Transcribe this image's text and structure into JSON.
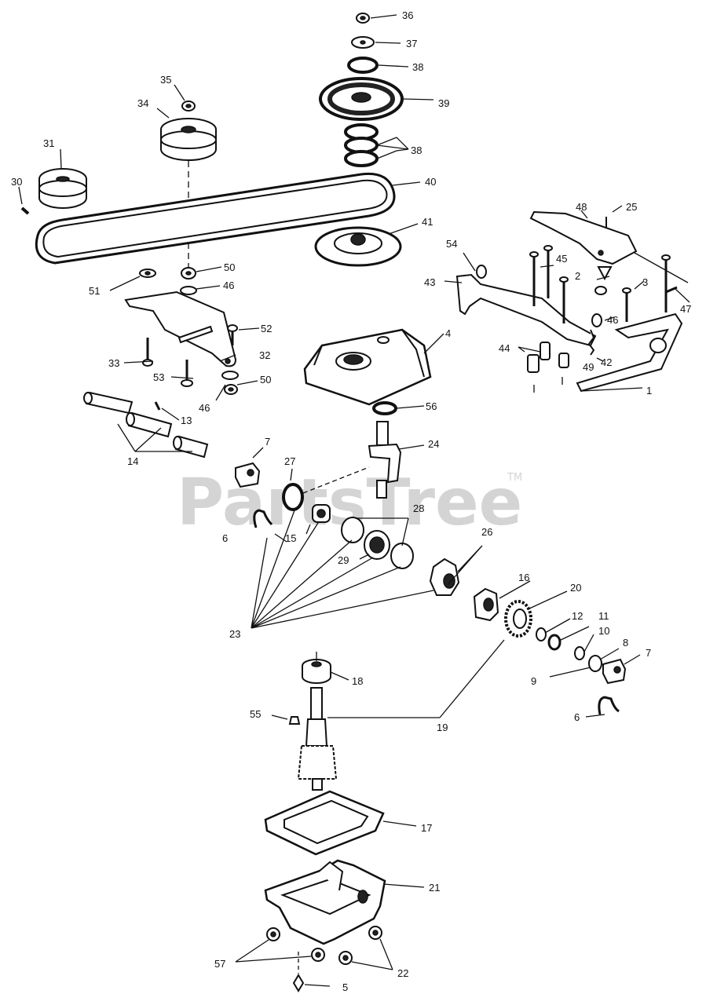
{
  "watermark": {
    "text": "PartsTree",
    "tm": "TM"
  },
  "parts": {
    "p1": "1",
    "p2": "2",
    "p3": "3",
    "p4": "4",
    "p5": "5",
    "p6a": "6",
    "p6b": "6",
    "p7a": "7",
    "p7b": "7",
    "p8": "8",
    "p9": "9",
    "p10": "10",
    "p11": "11",
    "p12": "12",
    "p13": "13",
    "p14": "14",
    "p15": "15",
    "p16": "16",
    "p17": "17",
    "p18": "18",
    "p19": "19",
    "p20": "20",
    "p21": "21",
    "p22": "22",
    "p23": "23",
    "p24": "24",
    "p25": "25",
    "p26": "26",
    "p27": "27",
    "p28": "28",
    "p29": "29",
    "p30": "30",
    "p31": "31",
    "p32": "32",
    "p33": "33",
    "p34": "34",
    "p35": "35",
    "p36": "36",
    "p37": "37",
    "p38a": "38",
    "p38b": "38",
    "p39": "39",
    "p40": "40",
    "p41": "41",
    "p42": "42",
    "p43": "43",
    "p44": "44",
    "p45": "45",
    "p46a": "46",
    "p46b": "46",
    "p46c": "46",
    "p47": "47",
    "p48": "48",
    "p49": "49",
    "p50a": "50",
    "p50b": "50",
    "p51": "51",
    "p52": "52",
    "p53": "53",
    "p54": "54",
    "p55": "55",
    "p56": "56",
    "p57": "57"
  }
}
